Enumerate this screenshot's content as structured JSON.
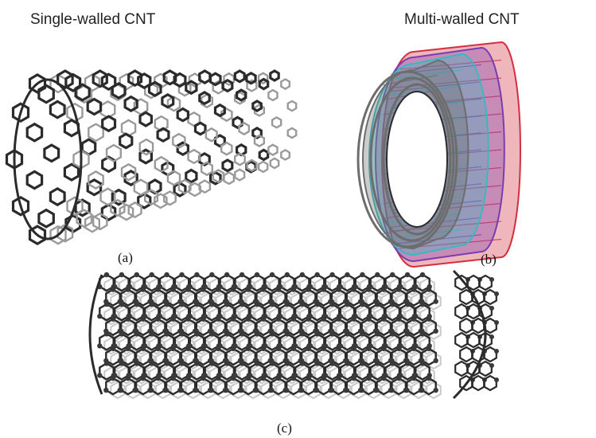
{
  "titles": {
    "single_walled": "Single-walled CNT",
    "multi_walled": "Multi-walled CNT"
  },
  "panel_labels": {
    "a": "(a)",
    "b": "(b)",
    "c": "(c)"
  },
  "colors": {
    "bond_dark": "#2b2b2b",
    "bond_light": "#9a9a9a",
    "atom": "#3a3a3a",
    "wall_red": "#d23040",
    "wall_purple": "#7a3cb0",
    "wall_cyan": "#3ab8c0",
    "wall_grey": "#6d6d6d"
  }
}
